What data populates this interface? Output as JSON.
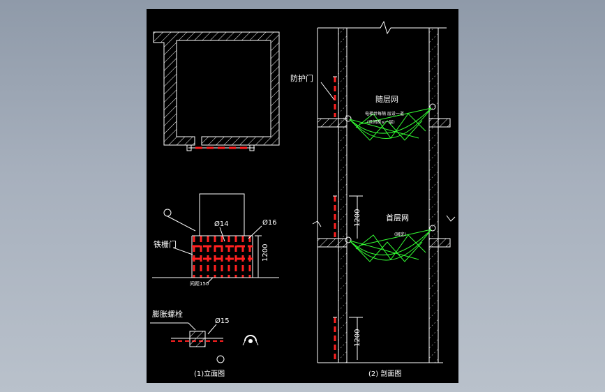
{
  "drawing": {
    "left_caption": "(1)立面图",
    "right_caption": "(2) 剖面图"
  },
  "left": {
    "axis_marker_top": "",
    "iron_gate_label": "铁栅门",
    "phi14": "Ø14",
    "phi16": "Ø16",
    "dim_1200": "1200",
    "spacing_note": "间距150",
    "bolt_label": "膨胀螺栓",
    "phi15": "Ø15",
    "axis_marker_bottom": ""
  },
  "right": {
    "guard_door_label": "防护门",
    "net_every_floor": "随层网",
    "net_note_line1": "电梯井每隔 层设一道",
    "net_note_line2": "(且间距≤一层)",
    "first_floor_net": "首层网",
    "first_floor_note": "(固定)",
    "dim_1200_a": "1200",
    "dim_1200_b": "1200"
  },
  "colors": {
    "line": "#ffffff",
    "gate_red": "#ff2020",
    "net_green": "#33ff33",
    "background": "#000000"
  }
}
